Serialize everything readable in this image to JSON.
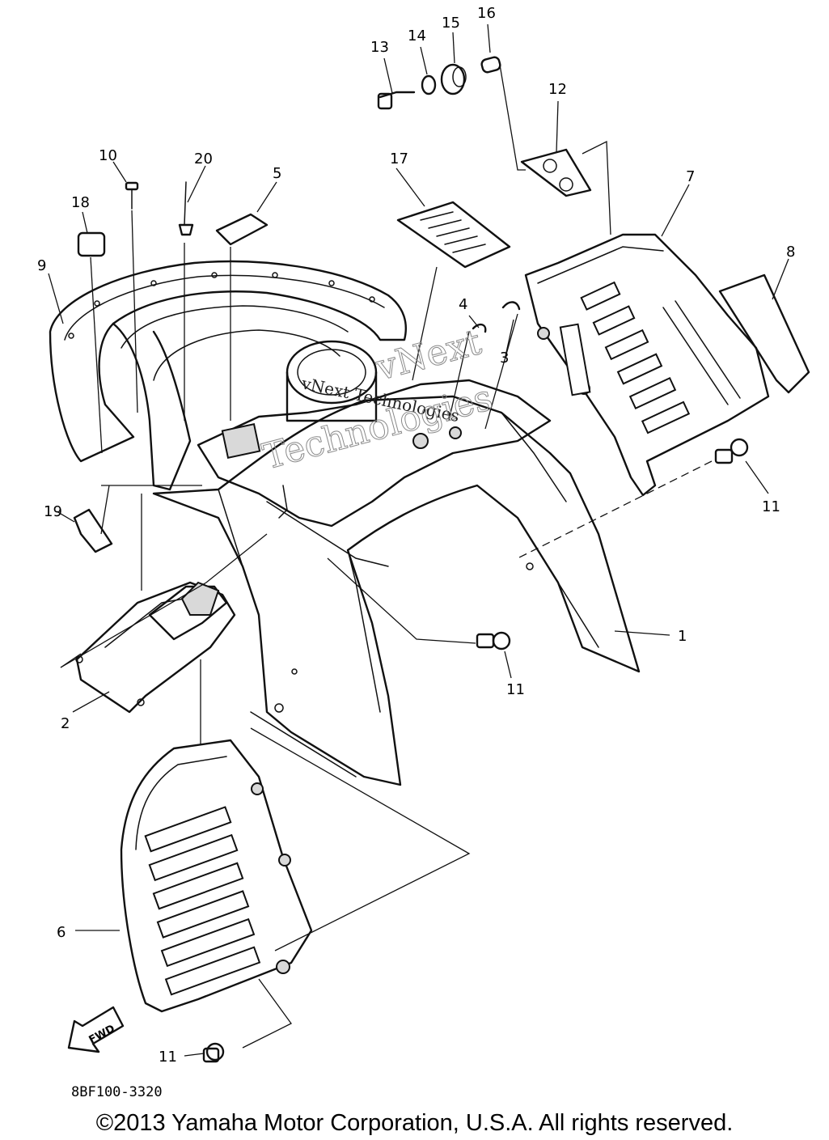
{
  "diagram": {
    "callouts": {
      "c1": "1",
      "c2": "2",
      "c3": "3",
      "c4": "4",
      "c5": "5",
      "c6": "6",
      "c7": "7",
      "c8": "8",
      "c9": "9",
      "c10": "10",
      "c11a": "11",
      "c11b": "11",
      "c11c": "11",
      "c12": "12",
      "c13": "13",
      "c14": "14",
      "c15": "15",
      "c16": "16",
      "c17": "17",
      "c18": "18",
      "c19": "19",
      "c20": "20"
    },
    "fwd_label": "FWD",
    "watermark_line1": "vNext Technologies",
    "watermark_line2": "vNext",
    "watermark_line3": "Technologies",
    "diagram_code": "8BF100-3320",
    "copyright": "©2013 Yamaha Motor Corporation, U.S.A. All rights reserved."
  }
}
